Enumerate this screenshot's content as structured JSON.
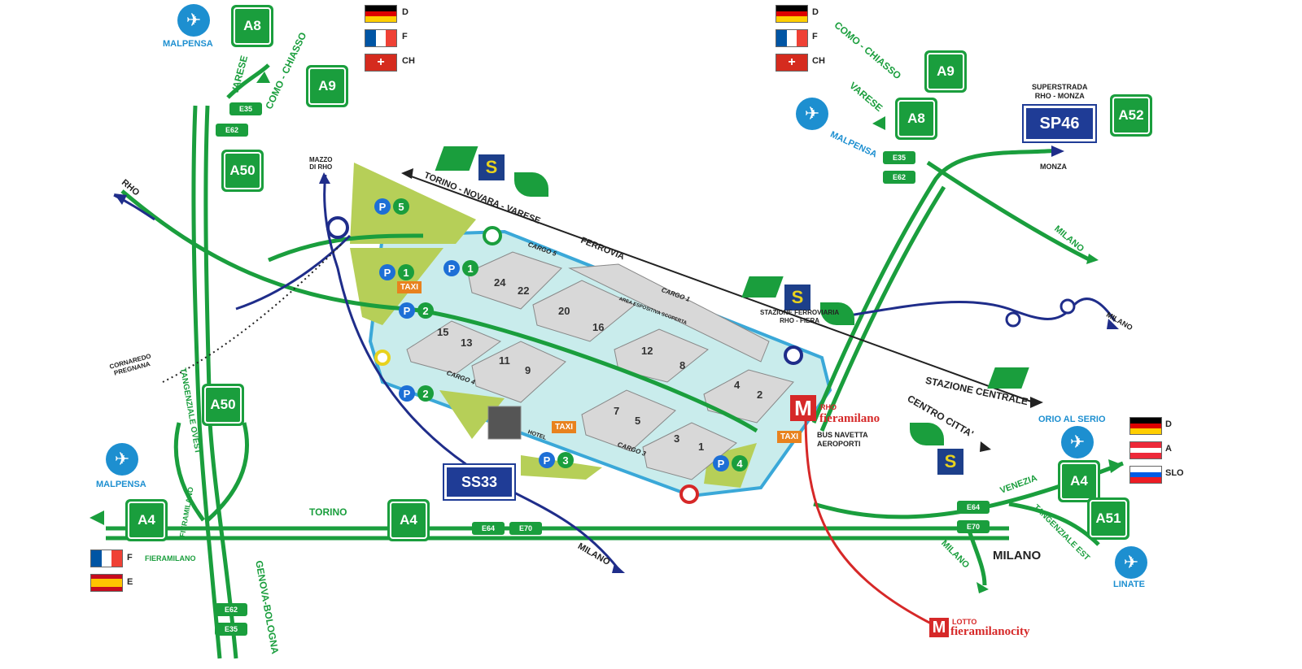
{
  "flags_nw": [
    {
      "code": "D",
      "colors": [
        "#000000",
        "#dd0000",
        "#ffce00"
      ],
      "type": "h3"
    },
    {
      "code": "F",
      "colors": [
        "#0055a4",
        "#ffffff",
        "#ef4135"
      ],
      "type": "v3"
    },
    {
      "code": "CH",
      "colors": [
        "#d52b1e"
      ],
      "type": "ch"
    }
  ],
  "flags_ne": [
    {
      "code": "D",
      "colors": [
        "#000000",
        "#dd0000",
        "#ffce00"
      ],
      "type": "h3"
    },
    {
      "code": "F",
      "colors": [
        "#0055a4",
        "#ffffff",
        "#ef4135"
      ],
      "type": "v3"
    },
    {
      "code": "CH",
      "colors": [
        "#d52b1e"
      ],
      "type": "ch"
    }
  ],
  "flags_se": [
    {
      "code": "D",
      "colors": [
        "#000000",
        "#dd0000",
        "#ffce00"
      ],
      "type": "h3"
    },
    {
      "code": "A",
      "colors": [
        "#ed2939",
        "#ffffff",
        "#ed2939"
      ],
      "type": "h3"
    },
    {
      "code": "SLO",
      "colors": [
        "#ffffff",
        "#005ce6",
        "#ed1c24"
      ],
      "type": "h3"
    }
  ],
  "flags_sw": [
    {
      "code": "F",
      "colors": [
        "#0055a4",
        "#ffffff",
        "#ef4135"
      ],
      "type": "v3"
    },
    {
      "code": "E",
      "colors": [
        "#c60b1e",
        "#ffc400",
        "#c60b1e"
      ],
      "type": "es"
    }
  ],
  "motorways": {
    "a8_nw": "A8",
    "a9_nw": "A9",
    "a50_n": "A50",
    "a50_s": "A50",
    "a4_w": "A4",
    "a4_c": "A4",
    "a9_ne": "A9",
    "a8_ne": "A8",
    "a52": "A52",
    "a4_e": "A4",
    "a51": "A51",
    "sp46": "SP46",
    "ss33": "SS33"
  },
  "euroroutes": {
    "e35_nw": "E35",
    "e62_nw": "E62",
    "e35_ne": "E35",
    "e62_ne": "E62",
    "e64_c": "E64",
    "e70_c": "E70",
    "e64_e": "E64",
    "e70_e": "E70",
    "e62_s": "E62",
    "e35_s": "E35"
  },
  "labels": {
    "malpensa_nw": "MALPENSA",
    "malpensa_ne": "MALPENSA",
    "malpensa_w": "MALPENSA",
    "varese_nw": "VARESE",
    "como_chiasso_nw": "COMO - CHIASSO",
    "como_chiasso_ne": "COMO - CHIASSO",
    "varese_ne": "VARESE",
    "rho": "RHO",
    "mazzo": "MAZZO\nDI RHO",
    "torino_novara": "TORINO - NOVARA - VARESE",
    "ferrovia": "FERROVIA",
    "superstrada": "SUPERSTRADA\nRHO - MONZA",
    "monza": "MONZA",
    "milano_ne": "MILANO",
    "milano_e": "MILANO",
    "stazione_ferroviaria": "STAZIONE FERROVIARIA\nRHO - FIERA",
    "stazione_centrale": "STAZIONE CENTRALE",
    "centro_citta": "CENTRO CITTA'",
    "cornaredo": "CORNAREDO\nPREGNANA",
    "tangenziale_ovest": "TANGENZIALE OVEST",
    "fieramilano_w": "FIERAMILANO",
    "fieramilano_sw": "FIERAMILANO",
    "torino": "TORINO",
    "milano_s": "MILANO",
    "genova": "GENOVA-BOLOGNA",
    "orio": "ORIO AL SERIO",
    "venezia": "VENEZIA",
    "tangenziale_est": "TANGENZIALE EST",
    "linate": "LINATE",
    "milano_city": "MILANO",
    "milano_se": "MILANO",
    "rho_metro": "RHO",
    "fieramilano_metro": "fieramilano",
    "bus_navetta": "BUS NAVETTA\nAEROPORTI",
    "lotto": "LOTTO",
    "fieramilanocity": "fieramilanocity",
    "metro_m": "M",
    "taxi": "TAXI",
    "area_esp": "AREA ESPOSITIVA SCOPERTA",
    "cargo5": "CARGO 5",
    "cargo1": "CARGO 1",
    "cargo4": "CARGO 4",
    "cargo3": "CARGO 3",
    "hotel": "HOTEL"
  },
  "parking": [
    {
      "p": "P",
      "n": "5"
    },
    {
      "p": "P",
      "n": "1"
    },
    {
      "p": "P",
      "n": "1"
    },
    {
      "p": "P",
      "n": "2"
    },
    {
      "p": "P",
      "n": "2"
    },
    {
      "p": "P",
      "n": "3"
    },
    {
      "p": "P",
      "n": "4"
    }
  ],
  "pavilions": [
    "24",
    "22",
    "20",
    "16",
    "15",
    "13",
    "11",
    "9",
    "12",
    "8",
    "7",
    "5",
    "3",
    "1",
    "4",
    "2"
  ],
  "colors": {
    "motorway": "#1a9e3d",
    "rail_blue": "#1f2d8a",
    "metro_red": "#d62828",
    "fair_bg": "#c9ecec",
    "park_bg": "#b6cf58",
    "building": "#d8d8d8"
  }
}
